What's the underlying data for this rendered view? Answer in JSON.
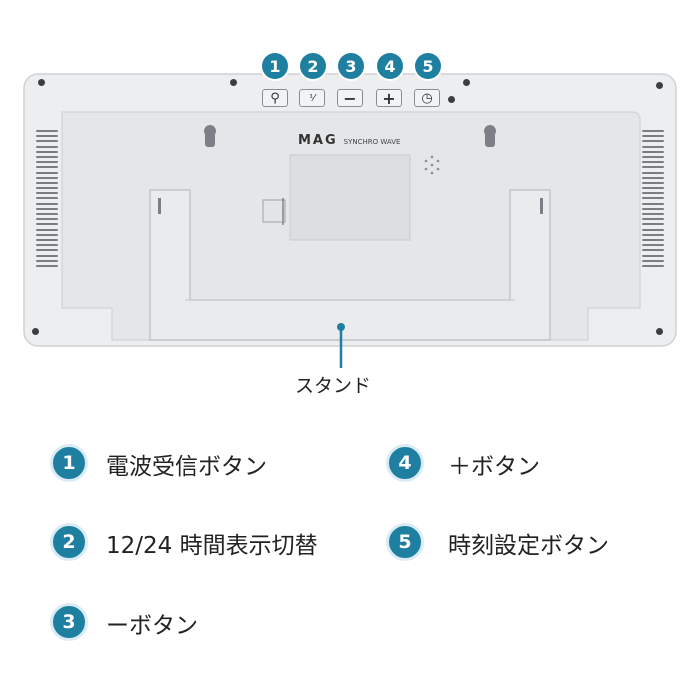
{
  "device": {
    "brand": "MAG",
    "brand_sub": "SYNCHRO WAVE",
    "stand_label": "スタンド",
    "buttons": [
      {
        "number": "1",
        "icon": "radio-antenna-icon",
        "glyph": "⚲"
      },
      {
        "number": "2",
        "icon": "12-24-toggle-icon",
        "glyph": "⅟"
      },
      {
        "number": "3",
        "icon": "minus-icon",
        "glyph": "−"
      },
      {
        "number": "4",
        "icon": "plus-icon",
        "glyph": "+"
      },
      {
        "number": "5",
        "icon": "clock-icon",
        "glyph": "◷"
      }
    ]
  },
  "legend": [
    {
      "number": "1",
      "label": "電波受信ボタン"
    },
    {
      "number": "2",
      "label": "12/24 時間表示切替"
    },
    {
      "number": "3",
      "label": "ーボタン"
    },
    {
      "number": "4",
      "label": "＋ボタン"
    },
    {
      "number": "5",
      "label": "時刻設定ボタン"
    }
  ],
  "colors": {
    "accent": "#1e7fa0",
    "device_body": "#eceeef",
    "device_panel": "#e3e5e7"
  }
}
